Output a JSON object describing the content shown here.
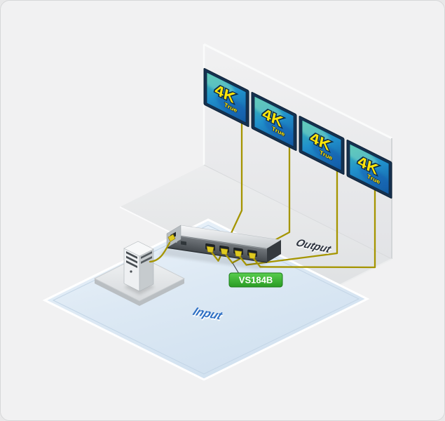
{
  "scene": {
    "product_label": "VS184B",
    "zones": {
      "input": "Input",
      "output": "Output"
    },
    "displays": [
      {
        "label": "4K",
        "sublabel": "True"
      },
      {
        "label": "4K",
        "sublabel": "True"
      },
      {
        "label": "4K",
        "sublabel": "True"
      },
      {
        "label": "4K",
        "sublabel": "True"
      }
    ],
    "colors": {
      "cable": "#a59500",
      "connector_yellow": "#dfc91f",
      "label_green": "#35a52c",
      "floor_blue": "#dce9f4",
      "wall_gray": "#e9eaec",
      "screen_teal": "#45bfae",
      "screen_blue": "#1257a2",
      "display_text_yellow": "#ffe60a",
      "input_text_blue": "#2e6fc4",
      "output_text_dark": "#2e3440"
    }
  }
}
